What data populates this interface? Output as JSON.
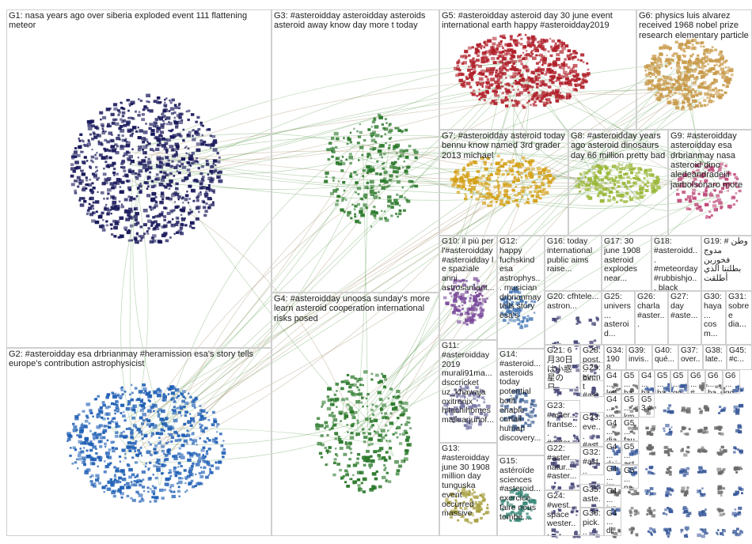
{
  "groups": [
    {
      "id": "G1",
      "text": "G1: nasa years ago over siberia exploded event 111 flattening meteor"
    },
    {
      "id": "G2",
      "text": "G2: #asteroidday esa drbrianmay #heramission esa's story tells europe's contribution astrophysicist"
    },
    {
      "id": "G3",
      "text": "G3: #asteroidday asteroidday asteroids asteroid away know day more t today"
    },
    {
      "id": "G4",
      "text": "G4: #asteroidday unoosa sunday's more learn asteroid cooperation international risks posed"
    },
    {
      "id": "G5",
      "text": "G5: #asteroidday asteroid day 30 june event international earth happy #asteroidday2019"
    },
    {
      "id": "G6",
      "text": "G6: physics luis alvarez received 1968 nobel prize research elementary particle"
    },
    {
      "id": "G7",
      "text": "G7: #asteroidday asteroid today bennu know named 3rd grader 2013 michael"
    },
    {
      "id": "G8",
      "text": "G8: #asteroidday years ago asteroid dinosaurs day 66 million pretty bad"
    },
    {
      "id": "G9",
      "text": "G9: #asteroidday asteroidday esa drbrianmay nasa asteroid dino aledeandradeiii jairbolsonaro more"
    },
    {
      "id": "G10",
      "text": "G10: il più per l'#asteroidday #asteroidday l e spaziale anni astrosamant..."
    },
    {
      "id": "G11",
      "text": "G11: #asteroidday 2019 murali91ma... dsccricket uz_khawaja oxitronix hitachihomes malluarjunof..."
    },
    {
      "id": "G12",
      "text": "G12: happy fuchskind esa astrophys... musician drbrianmay tells story esa's"
    },
    {
      "id": "G13",
      "text": "G13: #asteroidday june 30 1908 million day tunguska event occurred massive"
    },
    {
      "id": "G14",
      "text": "G14: #asteroid... asteroids today potential both enable curtail human discovery..."
    },
    {
      "id": "G15",
      "text": "G15: astéroïde sciences #asteroid... exercice faire nous tombe..."
    },
    {
      "id": "G16",
      "text": "G16: today international public aims raise..."
    },
    {
      "id": "G17",
      "text": "G17: 30 june 1908 asteroid explodes near..."
    },
    {
      "id": "G18",
      "text": "G18: #asteroidd... #meteorday #rubbishjo... black hole..."
    },
    {
      "id": "G19",
      "text": "G19: # وطن مدوج فخورين بطلتنا الذي أطلقت"
    },
    {
      "id": "G20",
      "text": "G20: cfhtele... astron..."
    },
    {
      "id": "G21",
      "text": "G21: 6 月30日 は小惑 星の日..."
    },
    {
      "id": "G22",
      "text": "G22: #aster... natur... #aster..."
    },
    {
      "id": "G23",
      "text": "G23: #aster... frantse... #aster..."
    },
    {
      "id": "G24",
      "text": "G24: #west... space wester..."
    },
    {
      "id": "G25",
      "text": "G25: univers... asteroid..."
    },
    {
      "id": "G26",
      "text": "G26: charla #aster..."
    },
    {
      "id": "G27",
      "text": "G27: day #aste..."
    },
    {
      "id": "G28",
      "text": "G28: post... bir..."
    },
    {
      "id": "G29",
      "text": "G29: event #ast..."
    },
    {
      "id": "G30",
      "text": "G30: haya... cosm..."
    },
    {
      "id": "G31",
      "text": "G31: sobre e dia..."
    },
    {
      "id": "G32",
      "text": "G32: #ast... pro..."
    },
    {
      "id": "G33",
      "text": "G33: eve... #ast..."
    },
    {
      "id": "G34",
      "text": "G34: 1908..."
    },
    {
      "id": "G35",
      "text": "G35: aste..."
    },
    {
      "id": "G36",
      "text": "G36: pick..."
    },
    {
      "id": "G37",
      "text": "G37: over..."
    },
    {
      "id": "G38",
      "text": "G38: late..."
    },
    {
      "id": "G39",
      "text": "G39: invis..."
    },
    {
      "id": "G40",
      "text": "G40: qué..."
    },
    {
      "id": "G41",
      "text": "G4... let's"
    },
    {
      "id": "G42",
      "text": "G4... yo..."
    },
    {
      "id": "G43",
      "text": "G4... dia..."
    },
    {
      "id": "G44",
      "text": "G4... dej..."
    },
    {
      "id": "G45",
      "text": "G45: #c..."
    },
    {
      "id": "G46",
      "text": "G4... im..."
    },
    {
      "id": "G47",
      "text": "G4... jun..."
    },
    {
      "id": "G48",
      "text": "G4... di..."
    },
    {
      "id": "G49",
      "text": "G4... ha..."
    },
    {
      "id": "G50",
      "text": "G5... ha..."
    },
    {
      "id": "G51",
      "text": "G5... km..."
    },
    {
      "id": "G52",
      "text": "G5... ha..."
    },
    {
      "id": "G53",
      "text": "G53 #"
    },
    {
      "id": "G54",
      "text": "G5... fau..."
    },
    {
      "id": "G55",
      "text": "G5... ast..."
    },
    {
      "id": "G56",
      "text": "G5... go..."
    },
    {
      "id": "G57",
      "text": "G5... na..."
    },
    {
      "id": "G58",
      "text": "G6... #"
    },
    {
      "id": "G59",
      "text": "G6... ha..."
    },
    {
      "id": "G60",
      "text": "G6... go..."
    }
  ]
}
